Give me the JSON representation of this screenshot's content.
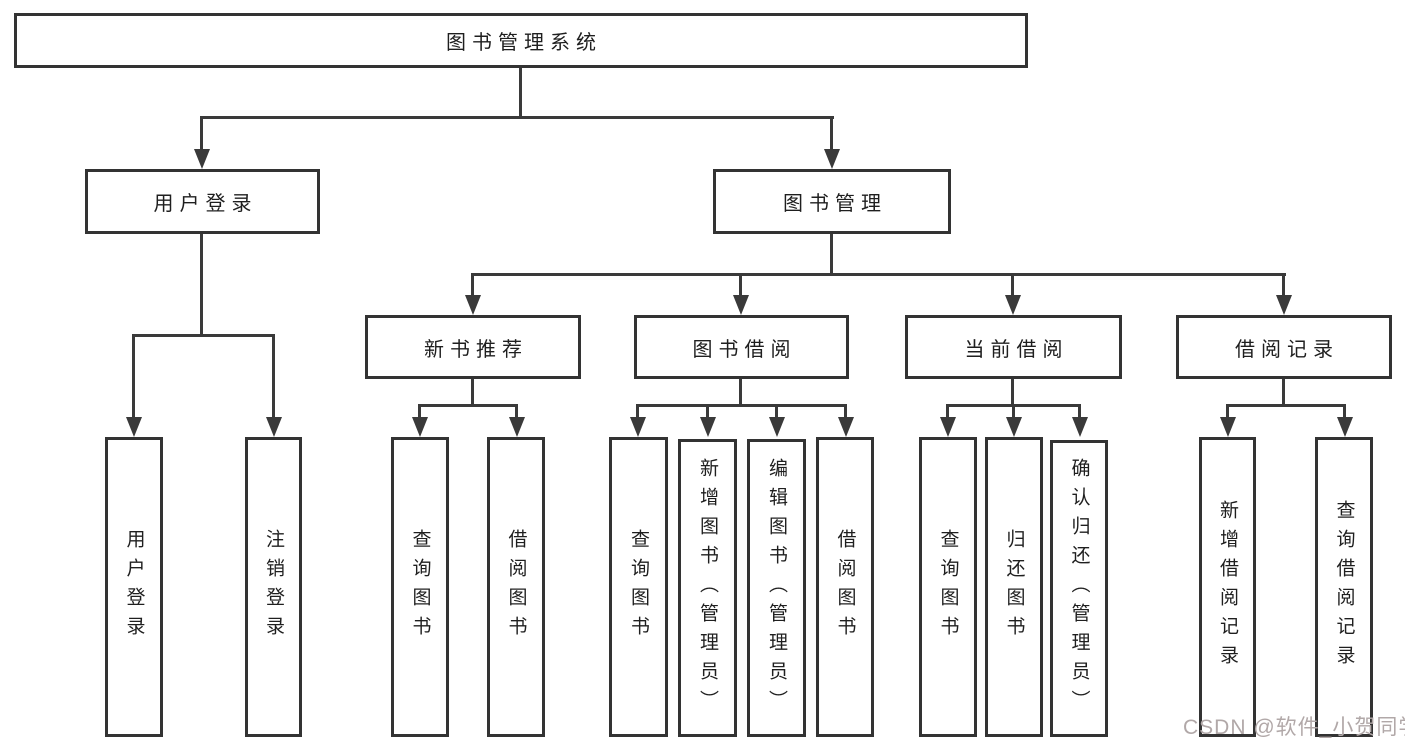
{
  "nodes": {
    "root": {
      "label": "图书管理系统"
    },
    "level2": [
      {
        "label": "用户登录"
      },
      {
        "label": "图书管理"
      }
    ],
    "level3": [
      {
        "label": "新书推荐"
      },
      {
        "label": "图书借阅"
      },
      {
        "label": "当前借阅"
      },
      {
        "label": "借阅记录"
      }
    ],
    "leaves": {
      "user_login": [
        {
          "label": "用户登录"
        },
        {
          "label": "注销登录"
        }
      ],
      "new_book_recommend": [
        {
          "label": "查询图书"
        },
        {
          "label": "借阅图书"
        }
      ],
      "book_borrow": [
        {
          "label": "查询图书"
        },
        {
          "label": "新增图书（管理员）"
        },
        {
          "label": "编辑图书（管理员）"
        },
        {
          "label": "借阅图书"
        }
      ],
      "current_borrow": [
        {
          "label": "查询图书"
        },
        {
          "label": "归还图书"
        },
        {
          "label": "确认归还（管理员）"
        }
      ],
      "borrow_records": [
        {
          "label": "新增借阅记录"
        },
        {
          "label": "查询借阅记录"
        }
      ]
    }
  },
  "watermark": {
    "text": "CSDN @软件_小贺同学",
    "color": "#b1a8a8"
  },
  "colors": {
    "line": "#3a3a3a",
    "box_border": "#333333",
    "text": "#1f1f1f",
    "background": "#ffffff"
  }
}
